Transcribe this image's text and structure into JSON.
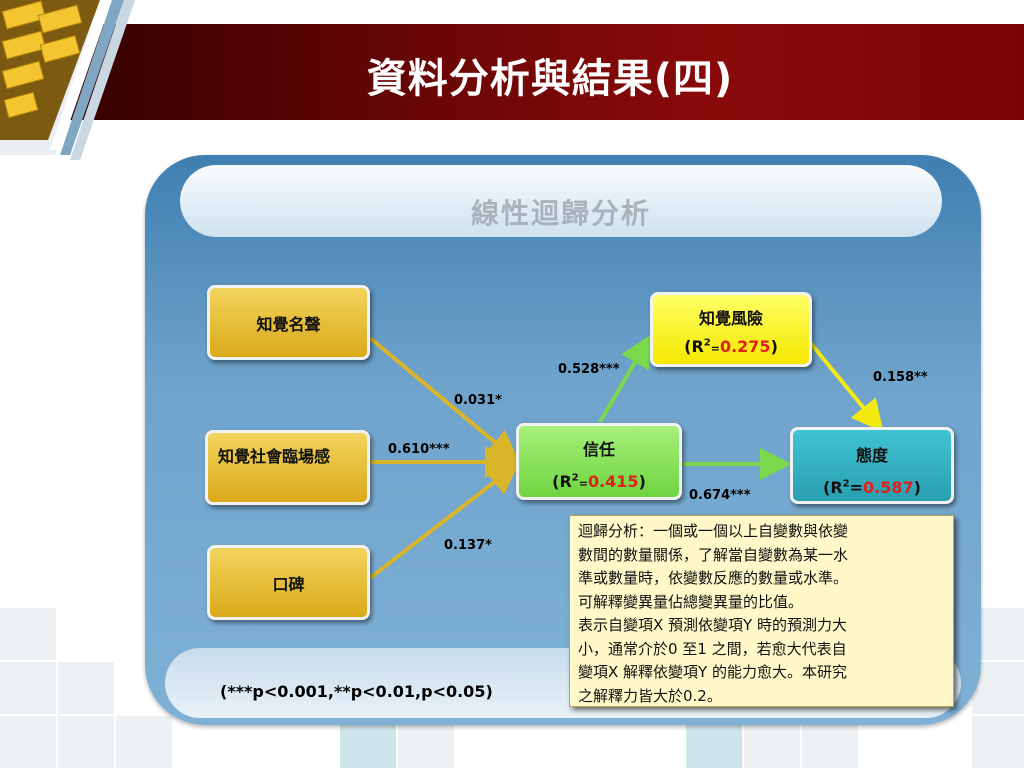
{
  "slide": {
    "title": "資料分析與結果(四)",
    "subtitle": "線性迴歸分析",
    "note": "(***p<0.001,**p<0.01,p<0.05)"
  },
  "nodes": {
    "reputation": {
      "label": "知覺名聲"
    },
    "social_presence": {
      "label": "知覺社會臨場感"
    },
    "word_of_mouth": {
      "label": "口碑"
    },
    "trust": {
      "label": "信任",
      "r2_prefix": "(R",
      "r2_sup": "2",
      "r2_eq": "=",
      "r2_value": "0.415",
      "r2_suffix": ")"
    },
    "risk": {
      "label": "知覺風險",
      "r2_prefix": "(R",
      "r2_sup": "2",
      "r2_eq": "=",
      "r2_value": "0.275",
      "r2_suffix": ")"
    },
    "attitude": {
      "label": "態度",
      "r2_prefix": "(R",
      "r2_sup": "2",
      "r2_eq": "=",
      "r2_value": "0.587",
      "r2_suffix": ")"
    }
  },
  "paths": {
    "reputation_trust": "0.031*",
    "social_trust": "0.610***",
    "wom_trust": "0.137*",
    "trust_risk": "0.528***",
    "risk_attitude": "0.158**",
    "trust_attitude": "0.674***"
  },
  "description": {
    "lines": [
      "迴歸分析：一個或一個以上自變數與依變",
      "數間的數量關係，了解當自變數為某一水",
      "準或數量時，依變數反應的數量或水準。",
      "可解釋變異量佔總變異量的比值。",
      "表示自變項X 預測依變項Y 時的預測力大",
      "小，通常介於0 至1 之間，若愈大代表自",
      "變項X 解釋依變項Y 的能力愈大。本研究",
      "之解釋力皆大於0.2。"
    ]
  },
  "colors": {
    "header": "#7a0303",
    "panel": "#6fa3cc",
    "gold": "#e2b428",
    "yellow": "#ffff33",
    "green": "#86e058",
    "teal": "#34b2c2",
    "arrow_gold": "#d9b52a",
    "arrow_green": "#7ad94b",
    "arrow_yellow": "#f2ea10",
    "highlight": "#e0201a"
  }
}
